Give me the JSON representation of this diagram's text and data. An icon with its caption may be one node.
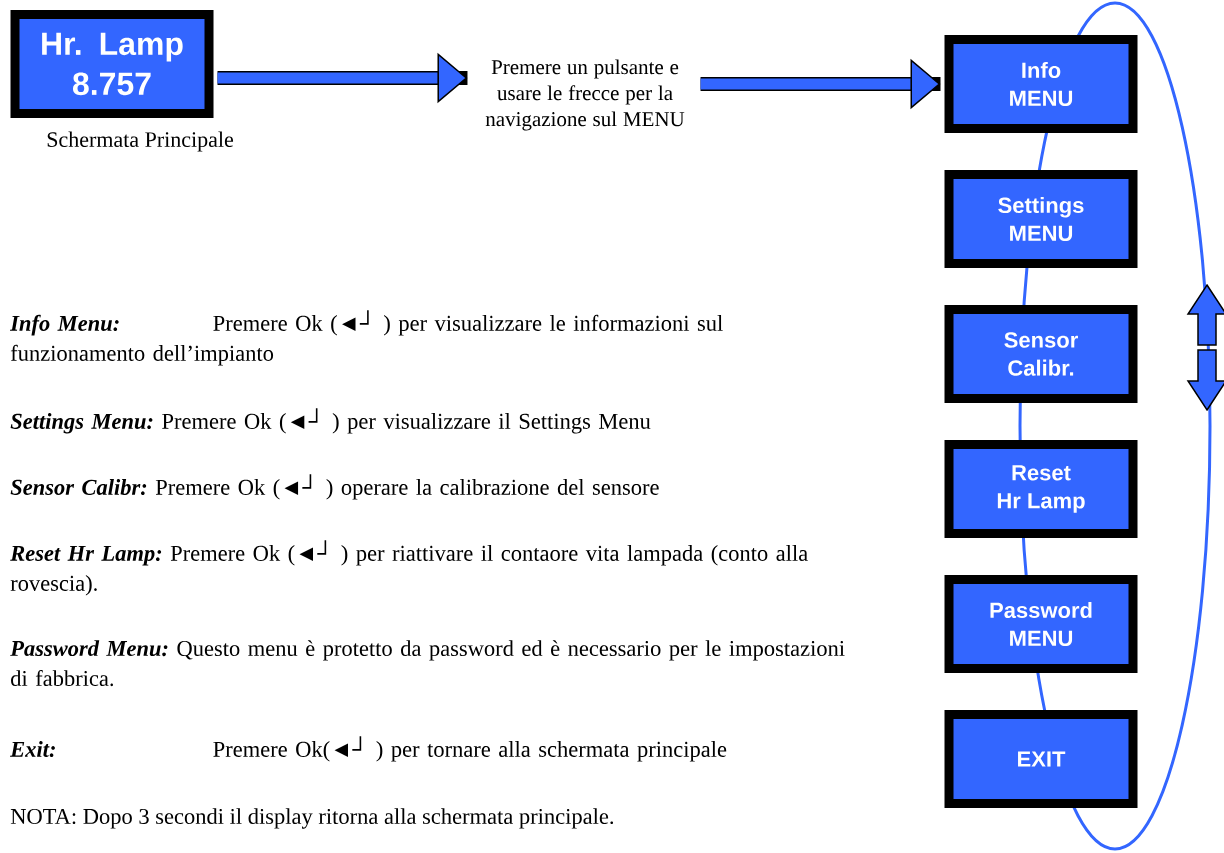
{
  "diagram": {
    "nodes": [
      {
        "text": [
          "Hr. Lamp 8.757"
        ],
        "beside": [
          "Schermata Principale"
        ]
      },
      {
        "text": [
          "Premere un pulsante e usare le frecce per la navigazione sul MENU"
        ]
      },
      {
        "text": [
          "Info MENU"
        ]
      },
      {
        "text": [
          "Settings MENU"
        ]
      },
      {
        "text": [
          "Sensor Calibr."
        ]
      },
      {
        "text": [
          "Reset Hr Lamp"
        ]
      },
      {
        "text": [
          "Password MENU"
        ]
      },
      {
        "text": [
          "EXIT"
        ]
      }
    ],
    "edges": [
      {
        "from": 0,
        "to": 1,
        "arrow": "to"
      },
      {
        "from": 1,
        "to": 2,
        "arrow": "to"
      }
    ],
    "labels": [
      "Info Menu:",
      "Premere Ok (◄┘ ) per visualizzare le informazioni sul funzionamento dell’impianto",
      "Settings Menu:",
      "Premere Ok (◄┘ ) per visualizzare il Settings Menu",
      "Sensor Calibr:",
      "Premere Ok (◄┘ ) operare la calibrazione del sensore",
      "Reset Hr Lamp:",
      "Premere Ok (◄┘ ) per riattivare il contaore vita lampada (conto alla rovescia).",
      "Password Menu:",
      "Questo menu è protetto da password ed è necessario per le impostazioni di fabbrica.",
      "Exit:",
      "Premere Ok(◄┘ ) per tornare alla schermata principale",
      "NOTA: Dopo 3 secondi il display ritorna alla schermata principale."
    ]
  }
}
